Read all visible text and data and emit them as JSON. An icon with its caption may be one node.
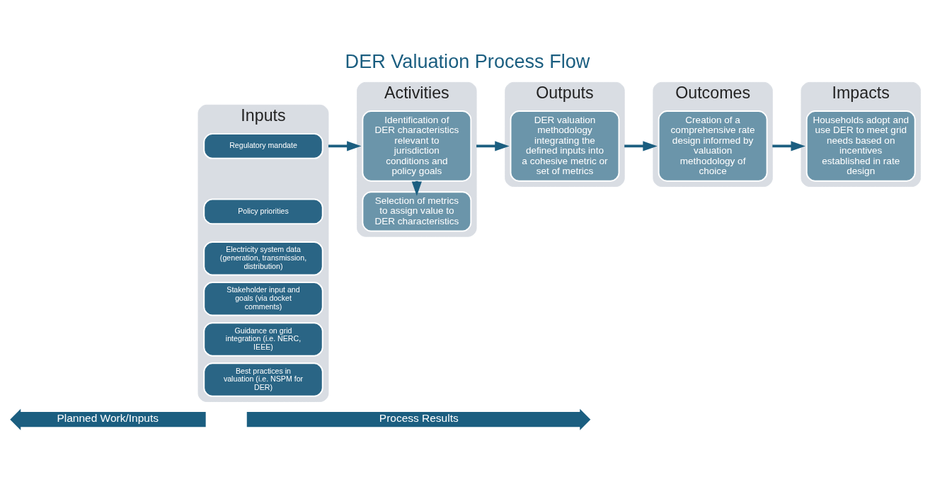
{
  "diagram": {
    "title": "DER Valuation Process Flow",
    "nodes": [
      {
        "text": [
          "Inputs"
        ]
      },
      {
        "text": [
          "Regulatory mandate"
        ],
        "in": 0
      },
      {
        "text": [
          "Policy priorities"
        ],
        "in": 0
      },
      {
        "text": [
          "Electricity system data (generation, transmission, distribution)"
        ],
        "in": 0
      },
      {
        "text": [
          "Stakeholder input and goals (via docket comments)"
        ],
        "in": 0
      },
      {
        "text": [
          "Guidance on grid integration (i.e. NERC, IEEE)"
        ],
        "in": 0
      },
      {
        "text": [
          "Best practices in valuation (i.e. NSPM for DER)"
        ],
        "in": 0
      },
      {
        "text": [
          "Activities"
        ]
      },
      {
        "text": [
          "Identification of DER characteristics relevant to jurisdiction conditions and policy goals"
        ],
        "in": 7
      },
      {
        "text": [
          "Selection of metrics to assign value to DER characteristics"
        ],
        "in": 7
      },
      {
        "text": [
          "Outputs"
        ]
      },
      {
        "text": [
          "DER valuation methodology integrating the defined inputs into a cohesive metric or set of metrics"
        ],
        "in": 10
      },
      {
        "text": [
          "Outcomes"
        ]
      },
      {
        "text": [
          "Creation of a comprehensive rate design informed by valuation methodology of choice"
        ],
        "in": 12
      },
      {
        "text": [
          "Impacts"
        ]
      },
      {
        "text": [
          "Households adopt and use DER to meet grid needs based on incentives established in rate design"
        ],
        "in": 14
      },
      {
        "text": [
          "Planned Work/Inputs"
        ]
      },
      {
        "text": [
          "Process Results"
        ]
      }
    ],
    "edges": [
      {
        "from": 0,
        "to": 7,
        "arrow": "to"
      },
      {
        "from": 7,
        "to": 10,
        "arrow": "to"
      },
      {
        "from": 10,
        "to": 12,
        "arrow": "to"
      },
      {
        "from": 12,
        "to": 14,
        "arrow": "to"
      },
      {
        "from": 8,
        "to": 9,
        "arrow": "to"
      }
    ]
  }
}
